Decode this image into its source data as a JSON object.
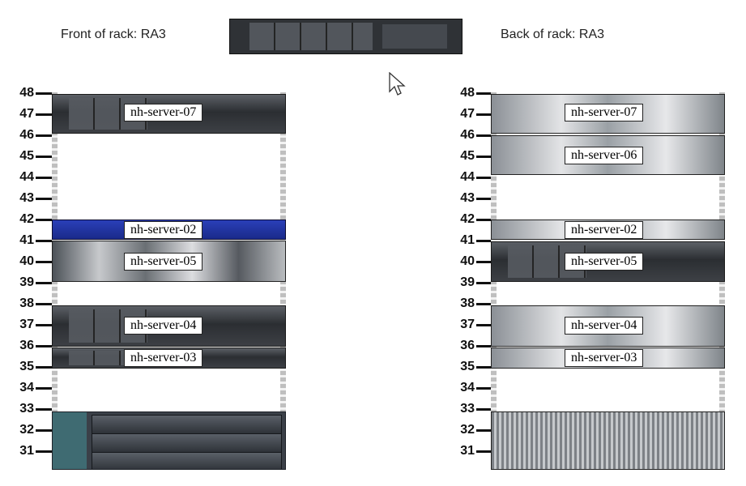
{
  "front": {
    "title": "Front of rack: RA3",
    "units": [
      "48",
      "47",
      "46",
      "45",
      "44",
      "43",
      "42",
      "41",
      "40",
      "39",
      "38",
      "37",
      "36",
      "35",
      "34",
      "33",
      "32",
      "31"
    ],
    "devices": [
      {
        "label": "nh-server-07"
      },
      {
        "label": "nh-server-02"
      },
      {
        "label": "nh-server-05"
      },
      {
        "label": "nh-server-04"
      },
      {
        "label": "nh-server-03"
      }
    ]
  },
  "back": {
    "title": "Back of rack: RA3",
    "units": [
      "48",
      "47",
      "46",
      "45",
      "44",
      "43",
      "42",
      "41",
      "40",
      "39",
      "38",
      "37",
      "36",
      "35",
      "34",
      "33",
      "32",
      "31"
    ],
    "devices": [
      {
        "label": "nh-server-07"
      },
      {
        "label": "nh-server-06"
      },
      {
        "label": "nh-server-02"
      },
      {
        "label": "nh-server-05"
      },
      {
        "label": "nh-server-04"
      },
      {
        "label": "nh-server-03"
      }
    ]
  },
  "colors": {
    "server": "#2b2e32",
    "appliance_blue": "#1f33a3",
    "chassis_panel": "#3f6b72"
  },
  "icons": {
    "cursor": "mouse-pointer-icon"
  }
}
